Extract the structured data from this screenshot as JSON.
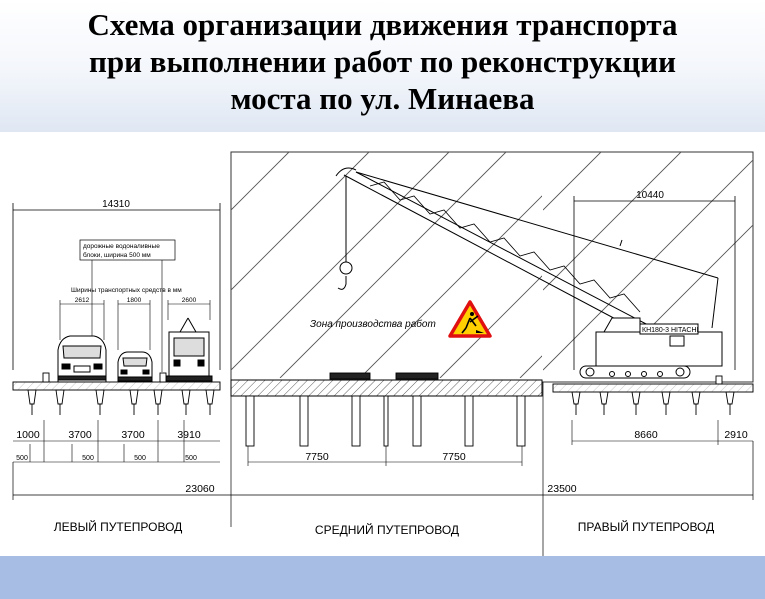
{
  "title": {
    "line1": "Схема организации движения транспорта",
    "line2": "при выполнении работ по реконструкции",
    "line3": "моста по ул. Минаева"
  },
  "diagram": {
    "dimensions": {
      "left_total_top": "14310",
      "right_total_top": "10440",
      "left_total_bottom": "23060",
      "right_total_bottom": "23500",
      "lane_widths_left": [
        "1000",
        "3700",
        "3700",
        "3910"
      ],
      "lane_sub_left": [
        "500",
        "500",
        "500",
        "500"
      ],
      "middle_spans": [
        "7750",
        "7750"
      ],
      "right_dims": [
        "8660",
        "2910"
      ],
      "vehicle_widths": [
        "2612",
        "1800",
        "2600"
      ]
    },
    "notes": {
      "water_blocks_line1": "дорожные водоналивные",
      "water_blocks_line2": "блоки, ширина 500 мм",
      "vehicle_width_caption": "Ширины транспортных средств в мм",
      "work_zone": "Зона производства работ",
      "crane_label": "КН180-3 HITACHI"
    },
    "section_labels": {
      "left": "ЛЕВЫЙ ПУТЕПРОВОД",
      "middle": "СРЕДНИЙ ПУТЕПРОВОД",
      "right": "ПРАВЫЙ ПУТЕПРОВОД"
    }
  }
}
